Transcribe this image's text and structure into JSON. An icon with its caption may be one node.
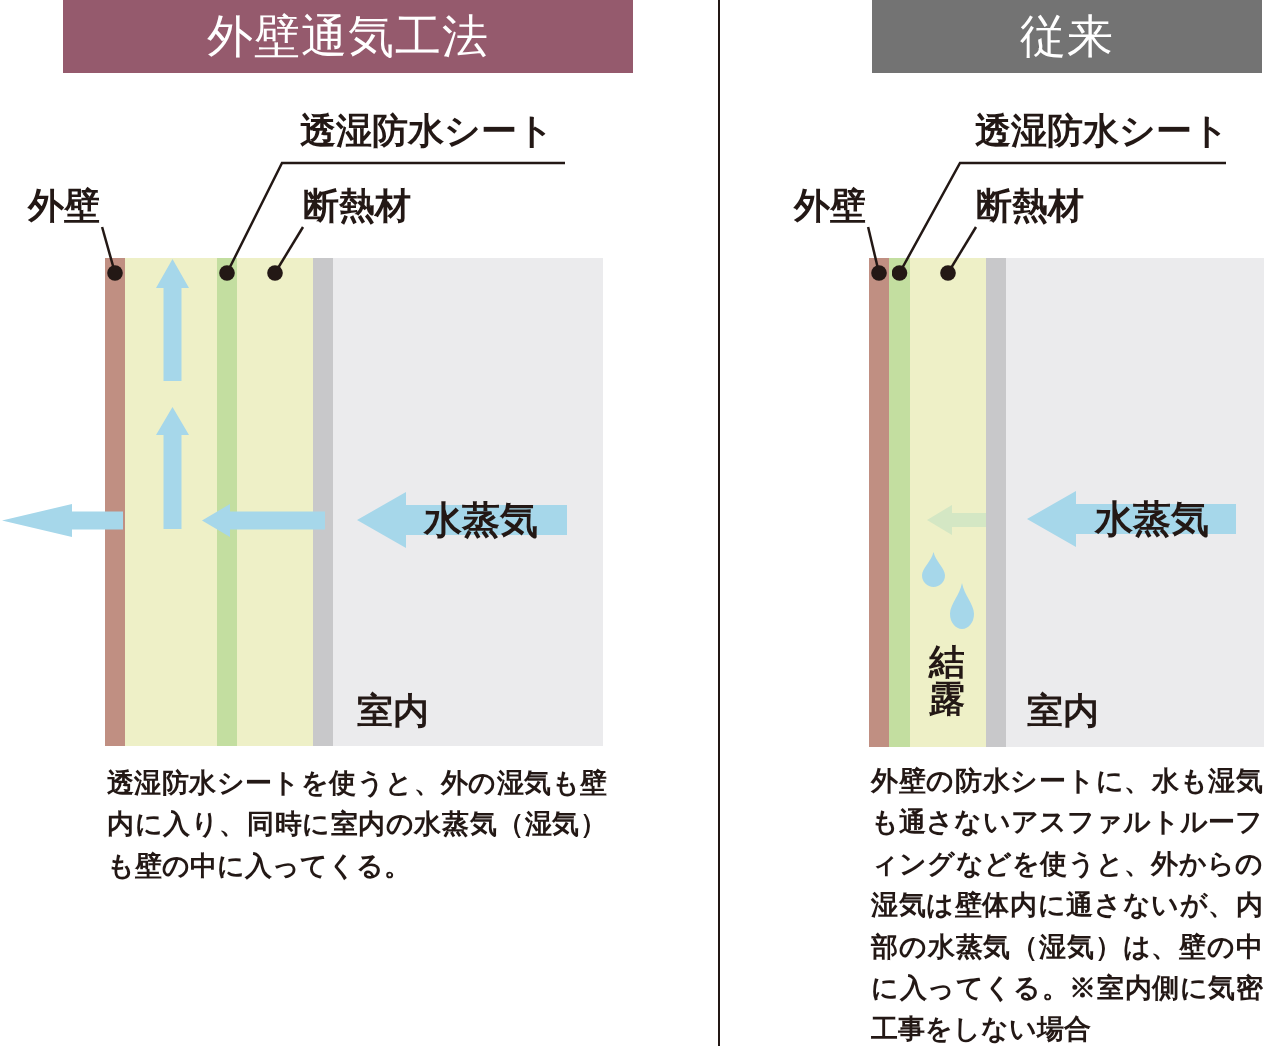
{
  "diagram": {
    "nodes": [
      {
        "text": [
          "外壁通気工法"
        ]
      },
      {
        "text": [
          "透湿防水シート"
        ]
      },
      {
        "text": [
          "外壁"
        ]
      },
      {
        "text": [
          "断熱材"
        ]
      },
      {
        "text": [
          "従来"
        ]
      },
      {
        "text": [
          "透湿防水シート"
        ]
      },
      {
        "text": [
          "外壁"
        ]
      },
      {
        "text": [
          "断熱材"
        ]
      },
      {
        "text": [],
        "shape": "bar"
      },
      {
        "text": [],
        "shape": "bar"
      },
      {
        "text": [
          "結露"
        ]
      }
    ],
    "edges": [
      {
        "from": 1,
        "to": null,
        "arrow": "other"
      },
      {
        "from": 2,
        "to": null,
        "arrow": "other"
      },
      {
        "from": 3,
        "to": null,
        "arrow": "other"
      },
      {
        "from": 5,
        "to": 9,
        "arrow": "other"
      },
      {
        "from": 6,
        "to": 8,
        "arrow": "other"
      },
      {
        "from": 7,
        "to": 10,
        "arrow": "other"
      }
    ],
    "labels": [
      "水蒸気",
      "室内",
      "透湿防水シートを使うと、外の湿気も壁内に入り、同時に室内の水蒸気（湿気）も壁の中に入ってくる。",
      "水蒸気",
      "室内",
      "外壁の防水シートに、水も湿気も通さないアスファルトルーフィングなどを使うと、外からの湿気は壁体内に通さないが、内部の水蒸気（湿気）は、壁の中に入ってくる。※室内側に気密工事をしない場合"
    ]
  }
}
